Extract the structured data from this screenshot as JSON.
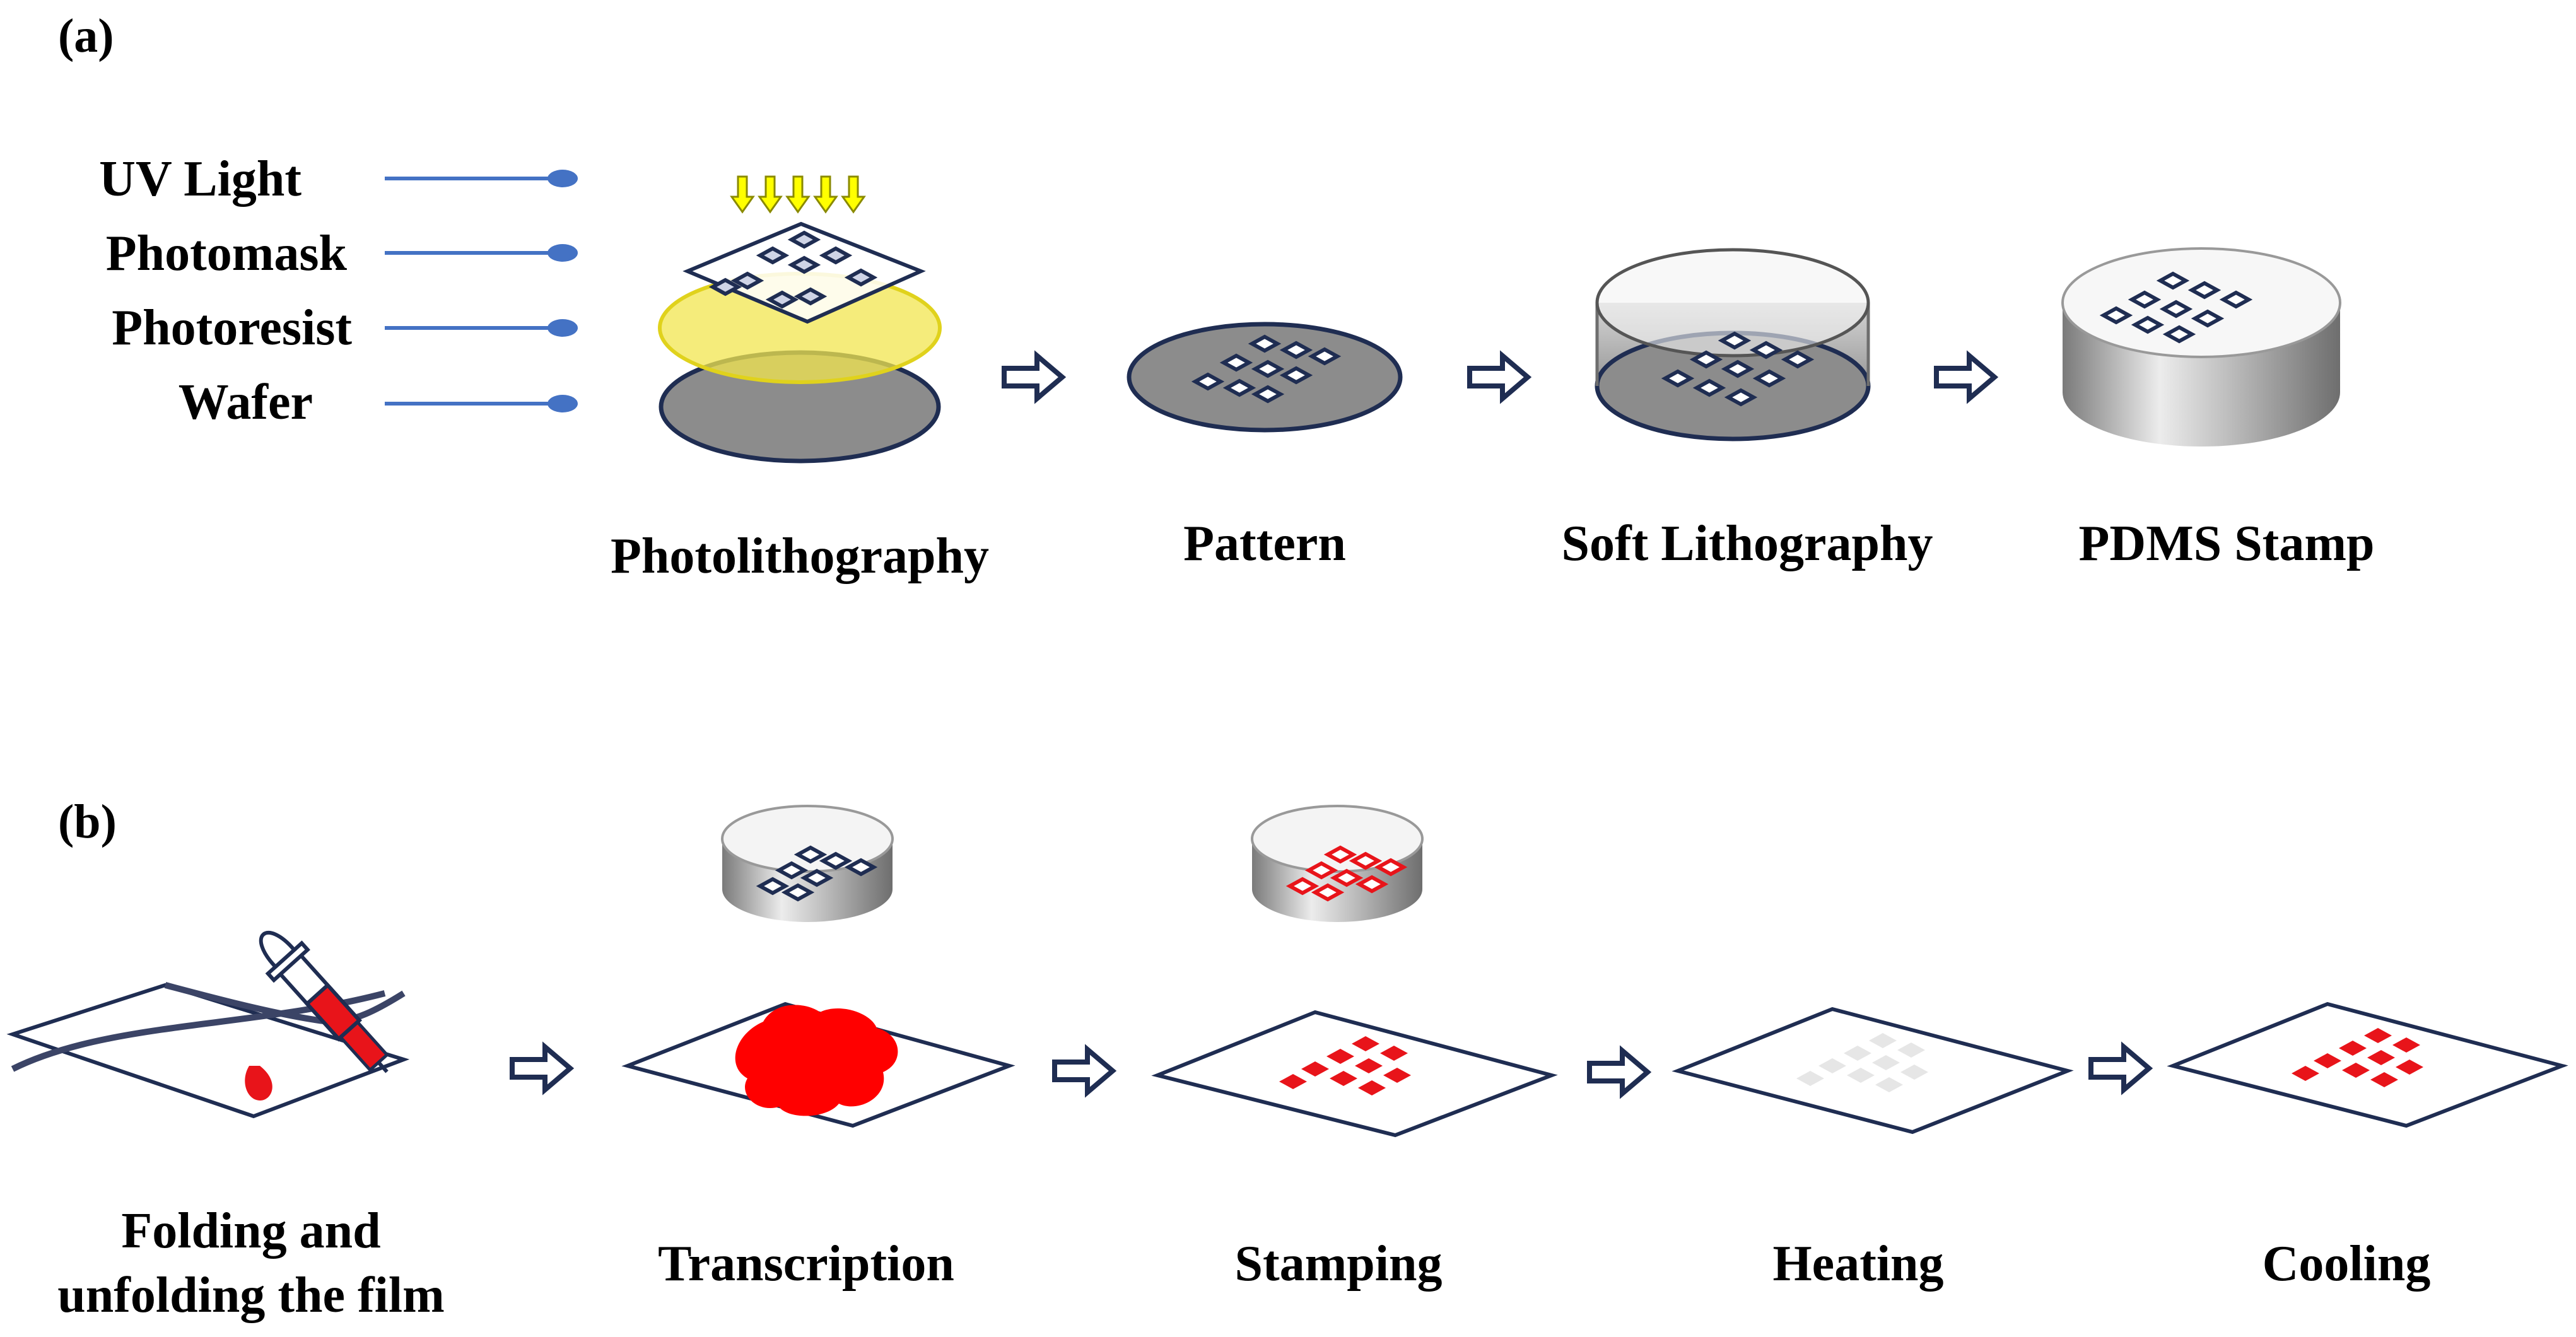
{
  "panel_a": {
    "label": "(a)",
    "layers": [
      "UV Light",
      "Photomask",
      "Photoresist",
      "Wafer"
    ],
    "steps": [
      "Photolithography",
      "Pattern",
      "Soft Lithography",
      "PDMS Stamp"
    ]
  },
  "panel_b": {
    "label": "(b)",
    "steps": [
      "Folding and",
      "unfolding the film",
      "Transcription",
      "Stamping",
      "Heating",
      "Cooling"
    ]
  },
  "colors": {
    "outline": "#1f2d52",
    "leader": "#4472c4",
    "uv_arrow": "#ffff00",
    "photoresist": "#f2e64f",
    "wafer": "#8c8c8c",
    "pattern_red": "#e8141a",
    "heated_grey": "#e6e6e6"
  }
}
